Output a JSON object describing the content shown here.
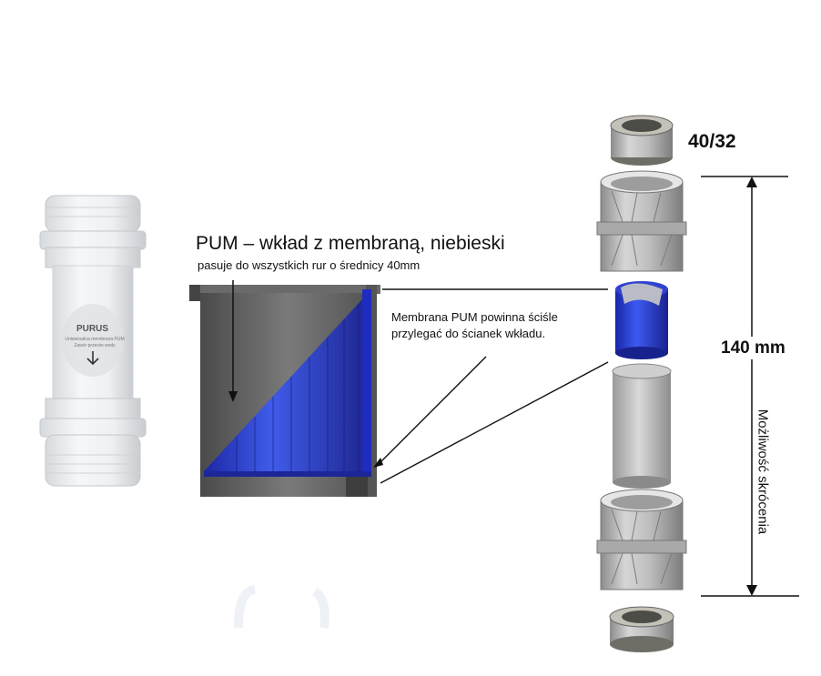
{
  "product_label": {
    "brand": "PURUS",
    "subtitle": "Uniwersalna membrana PUM Zawór przeciw wody"
  },
  "insert": {
    "title": "PUM – wkład z membraną, niebieski",
    "subtitle": "pasuje do wszystkich rur o średnicy 40mm"
  },
  "membrane_note": "Membrana PUM powinna ściśle przylegać do ścianek wkładu.",
  "exploded_view": {
    "size_label": "40/32",
    "height_label": "140 mm",
    "shortening_label": "Możliwość skrócenia"
  },
  "colors": {
    "membrane_blue": "#2b35c8",
    "fitting_gray": "#b8b8b8",
    "valve_white": "#e9ebee",
    "insert_dark": "#5f5f60"
  }
}
